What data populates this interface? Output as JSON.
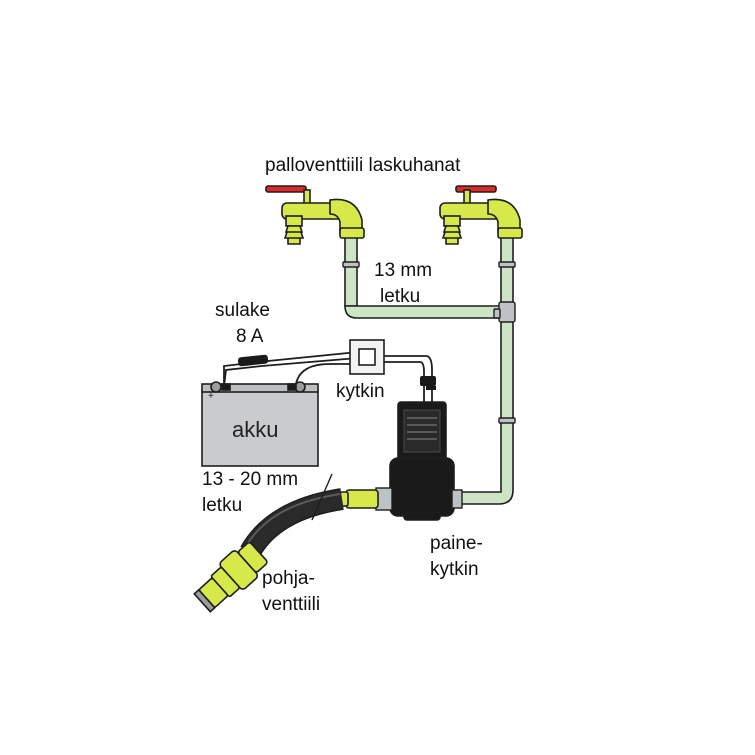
{
  "labels": {
    "ball_valves": "palloventtiili laskuhanat",
    "hose_13_line1": "13 mm",
    "hose_13_line2": "letku",
    "fuse_line1": "sulake",
    "fuse_line2": "8 A",
    "switch": "kytkin",
    "battery": "akku",
    "hose_13_20_line1": "13 - 20 mm",
    "hose_13_20_line2": "letku",
    "pressure_switch_line1": "paine-",
    "pressure_switch_line2": "kytkin",
    "foot_valve_line1": "pohja-",
    "foot_valve_line2": "venttiili"
  },
  "colors": {
    "pipe_green": "#cde5c4",
    "fitting_yellow": "#d6e84a",
    "handle_red": "#e0282b",
    "battery_gray": "#c9cbcd",
    "pump_black": "#1a1a1a",
    "outline": "#1e1e1e"
  }
}
